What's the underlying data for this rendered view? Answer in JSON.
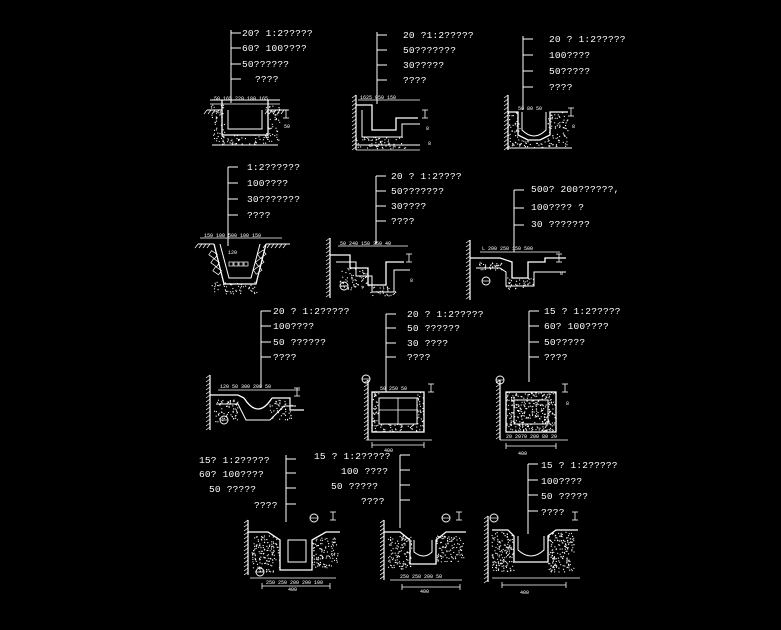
{
  "colors": {
    "background": "#000000",
    "line": "#ffffff",
    "accent": "#ffffff"
  },
  "details": [
    {
      "id": "d1",
      "labels": [
        "20? 1:2?????",
        "60? 100????",
        "50??????",
        "????"
      ]
    },
    {
      "id": "d2",
      "labels": [
        "20 ?1:2?????",
        "50???????",
        "30?????",
        "????"
      ]
    },
    {
      "id": "d3",
      "labels": [
        "20 ? 1:2?????",
        "100????",
        "50?????",
        "????"
      ]
    },
    {
      "id": "d4",
      "labels": [
        "1:2??????",
        "100????",
        "30???????",
        "????"
      ]
    },
    {
      "id": "d5",
      "labels": [
        "20 ? 1:2????",
        "50???????",
        "30????",
        "????"
      ]
    },
    {
      "id": "d6",
      "labels": [
        "500? 200??????,",
        "100????      ?",
        "30 ???????"
      ]
    },
    {
      "id": "d7",
      "labels": [
        "20 ? 1:2?????",
        "100????",
        "50 ??????",
        "????"
      ]
    },
    {
      "id": "d8",
      "labels": [
        "20 ? 1:2?????",
        "50 ??????",
        "30 ????",
        "????"
      ]
    },
    {
      "id": "d9",
      "labels": [
        "15 ? 1:2?????",
        "60? 100????",
        "50?????",
        "????"
      ]
    },
    {
      "id": "d10",
      "labels": [
        "15? 1:2?????",
        "60? 100????",
        "50 ?????",
        "????"
      ]
    },
    {
      "id": "d11",
      "labels": [
        "15 ? 1:2?????",
        "100 ????",
        "50 ?????",
        "????"
      ]
    },
    {
      "id": "d12",
      "labels": [
        "15 ? 1:2?????",
        "100????",
        "50 ?????",
        "????"
      ]
    }
  ]
}
